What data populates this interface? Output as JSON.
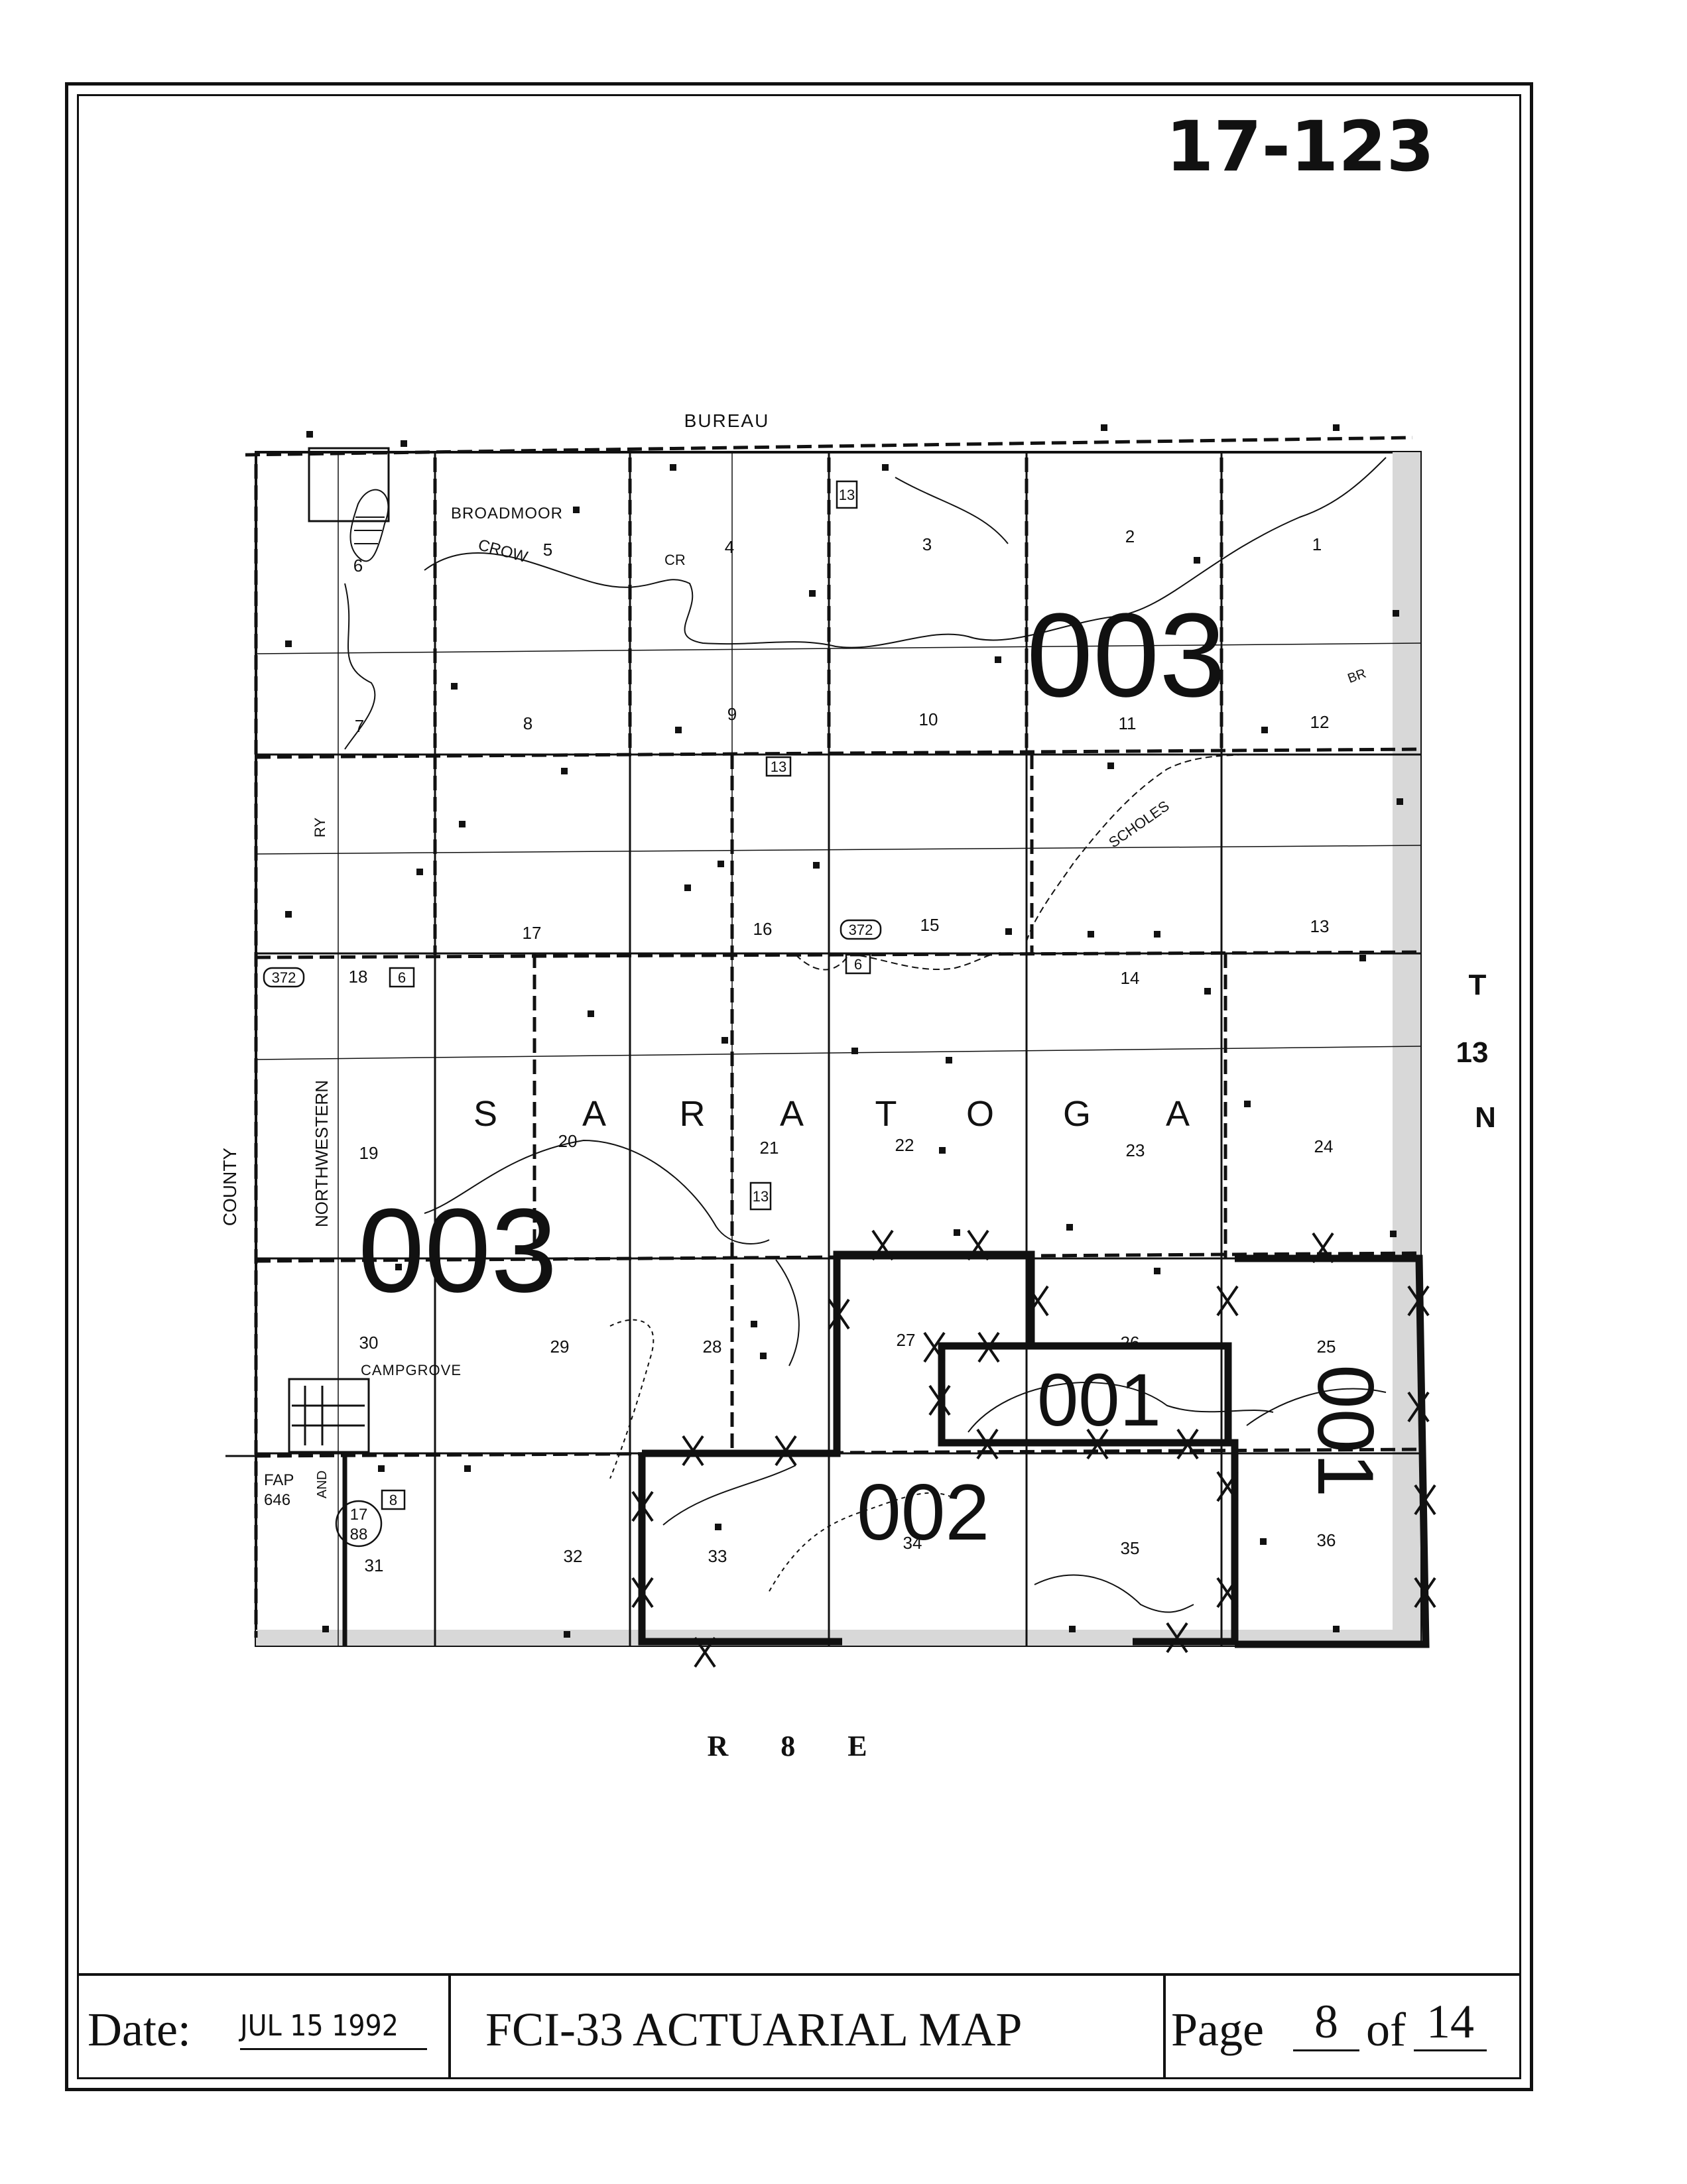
{
  "map_number": "17-123",
  "township": {
    "name_letters": [
      "S",
      "A",
      "R",
      "A",
      "T",
      "O",
      "G",
      "A"
    ],
    "township_label": [
      "T",
      "13",
      "N"
    ],
    "range_label": "R 8 E"
  },
  "boundary_labels": {
    "north": "BUREAU",
    "west_county": "COUNTY",
    "west_road": "NORTHWESTERN",
    "ry": "RY"
  },
  "place_names": {
    "broadmoor": "BROADMOOR",
    "crow": "CROW",
    "cr": "CR",
    "scholes": "SCHOLES",
    "br": "BR",
    "campgrove": "CAMPGROVE",
    "fap": "FAP",
    "fap_num": "646",
    "and": "AND"
  },
  "route_shields": {
    "r13_a": "13",
    "r13_b": "13",
    "r13_c": "13",
    "r372_a": "372",
    "r372_b": "372",
    "r6_a": "6",
    "r6_b": "6",
    "r8": "8",
    "r17": "17",
    "r88": "88"
  },
  "sections": [
    "1",
    "2",
    "3",
    "4",
    "5",
    "6",
    "7",
    "8",
    "9",
    "10",
    "11",
    "12",
    "13",
    "14",
    "15",
    "16",
    "17",
    "18",
    "19",
    "20",
    "21",
    "22",
    "23",
    "24",
    "25",
    "26",
    "27",
    "28",
    "29",
    "30",
    "31",
    "32",
    "33",
    "34",
    "35",
    "36"
  ],
  "rating_zones": {
    "zone_003_north": "003",
    "zone_003_west": "003",
    "zone_001_center": "001",
    "zone_001_east": "001",
    "zone_002": "002"
  },
  "footer": {
    "date_label": "Date:",
    "date_value": "JUL 15 1992",
    "title": "FCI-33 ACTUARIAL MAP",
    "page_word": "Page",
    "page_number": "8",
    "of_word": "of",
    "page_total": "14"
  }
}
